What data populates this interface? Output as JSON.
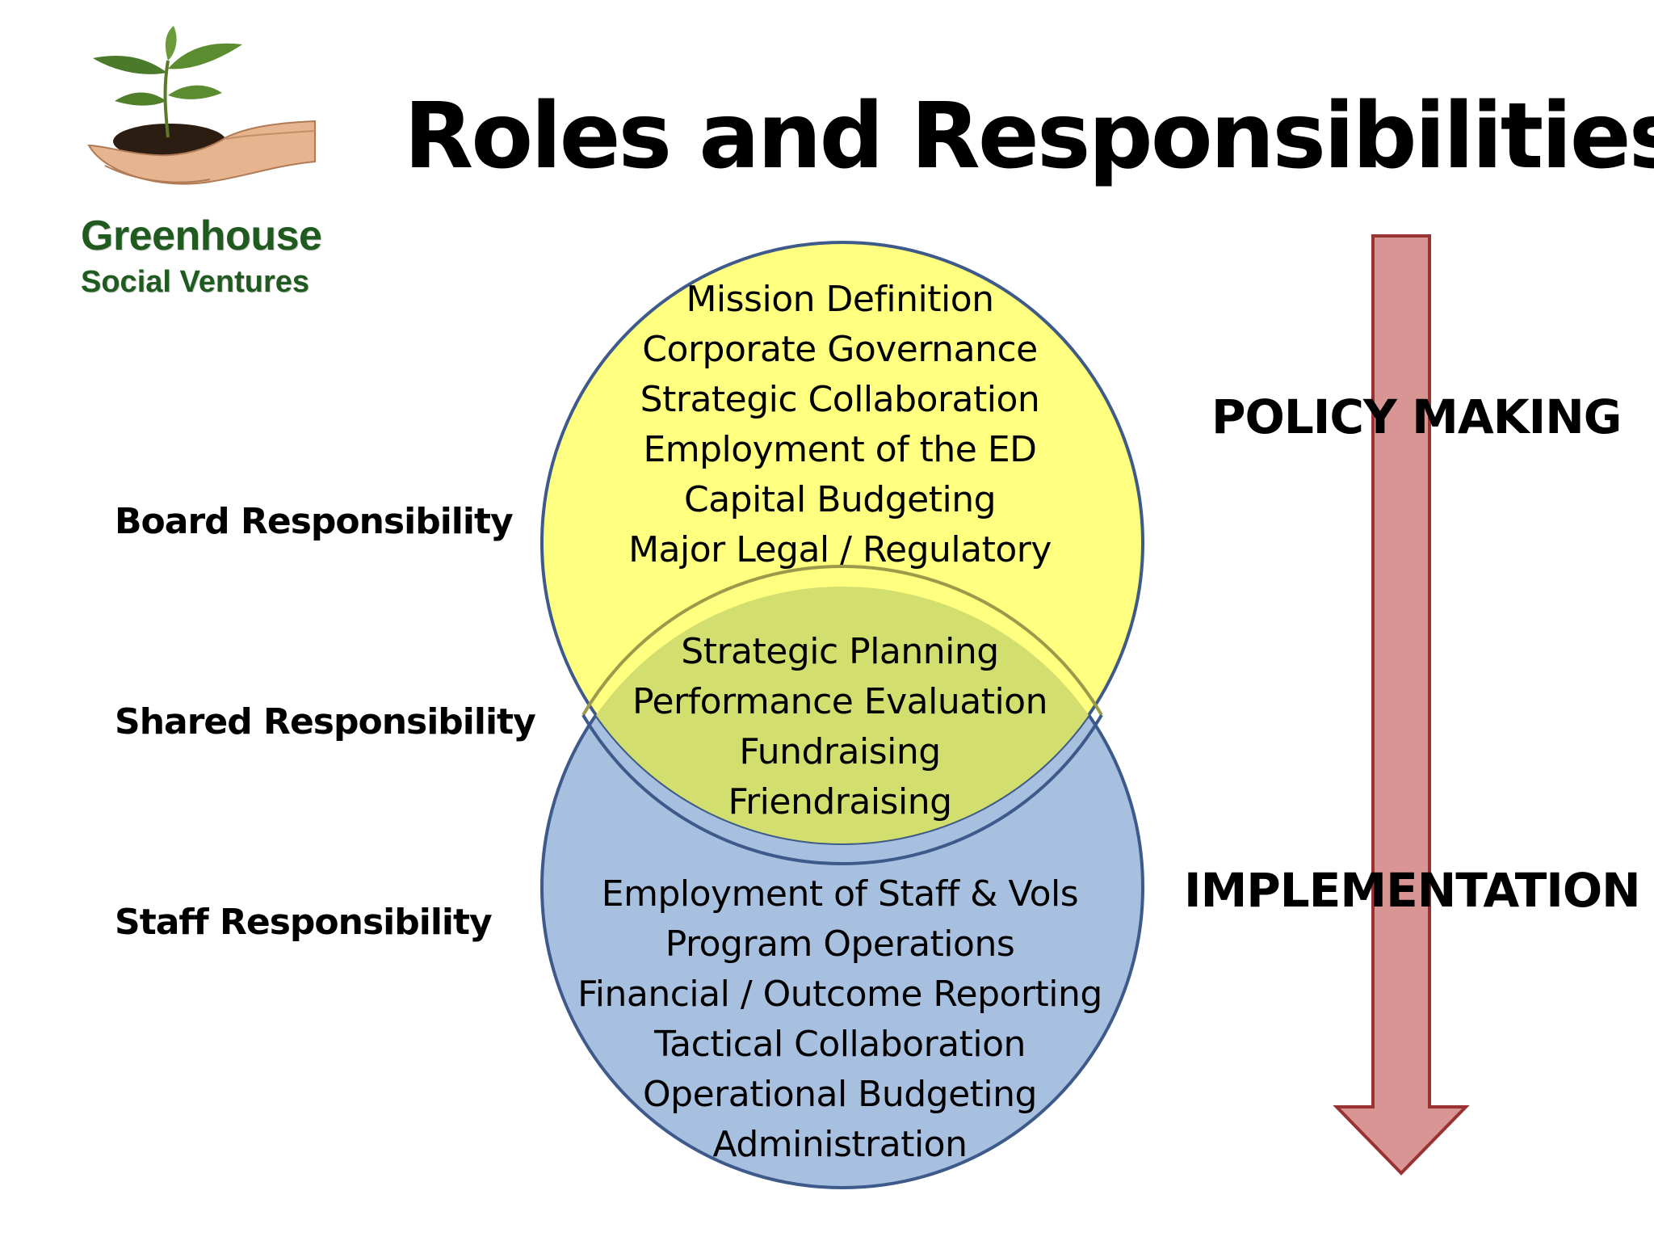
{
  "slide": {
    "title": "Roles and Responsibilities",
    "logo": {
      "name": "Greenhouse",
      "subtitle": "Social Ventures"
    },
    "row_labels": {
      "board": "Board Responsibility",
      "shared": "Shared Responsibility",
      "staff": "Staff Responsibility"
    },
    "board_items": [
      "Mission Definition",
      "Corporate Governance",
      "Strategic Collaboration",
      "Employment of the ED",
      "Capital Budgeting",
      "Major Legal / Regulatory"
    ],
    "shared_items": [
      "Strategic Planning",
      "Performance Evaluation",
      "Fundraising",
      "Friendraising"
    ],
    "staff_items": [
      "Employment of Staff & Vols",
      "Program Operations",
      "Financial / Outcome Reporting",
      "Tactical Collaboration",
      "Operational Budgeting",
      "Administration"
    ],
    "arrow": {
      "top_label": "POLICY MAKING",
      "bottom_label": "IMPLEMENTATION"
    }
  },
  "colors": {
    "board_circle": "#ffff80",
    "staff_circle": "#a8c0e0",
    "overlap": "#d2de6e",
    "circle_stroke": "#3d5a8a",
    "arrow_fill": "#d99594",
    "arrow_stroke": "#993333",
    "logo_text": "#1f5a1f"
  }
}
